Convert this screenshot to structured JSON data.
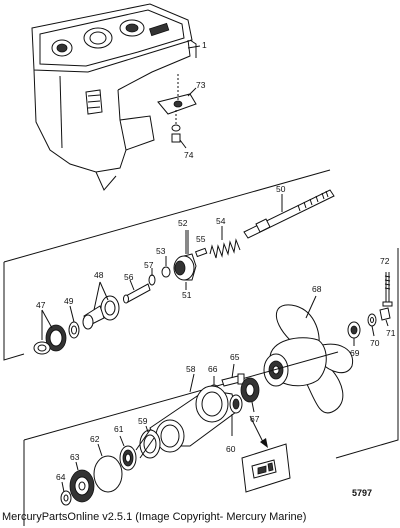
{
  "callouts": {
    "c1": "1",
    "c73": "73",
    "c74": "74",
    "c50": "50",
    "c52": "52",
    "c53": "53",
    "c54": "54",
    "c55": "55",
    "c48": "48",
    "c56": "56",
    "c57": "57",
    "c51": "51",
    "c47": "47",
    "c49": "49",
    "c72": "72",
    "c68": "68",
    "c69": "69",
    "c70": "70",
    "c71": "71",
    "c65": "65",
    "c66": "66",
    "c58": "58",
    "c67": "67",
    "c59": "59",
    "c61": "61",
    "c62": "62",
    "c60": "60",
    "c63": "63",
    "c64": "64"
  },
  "figure_number": "5797",
  "footer": "MercuryPartsOnline v2.5.1 (Image Copyright- Mercury Marine)"
}
